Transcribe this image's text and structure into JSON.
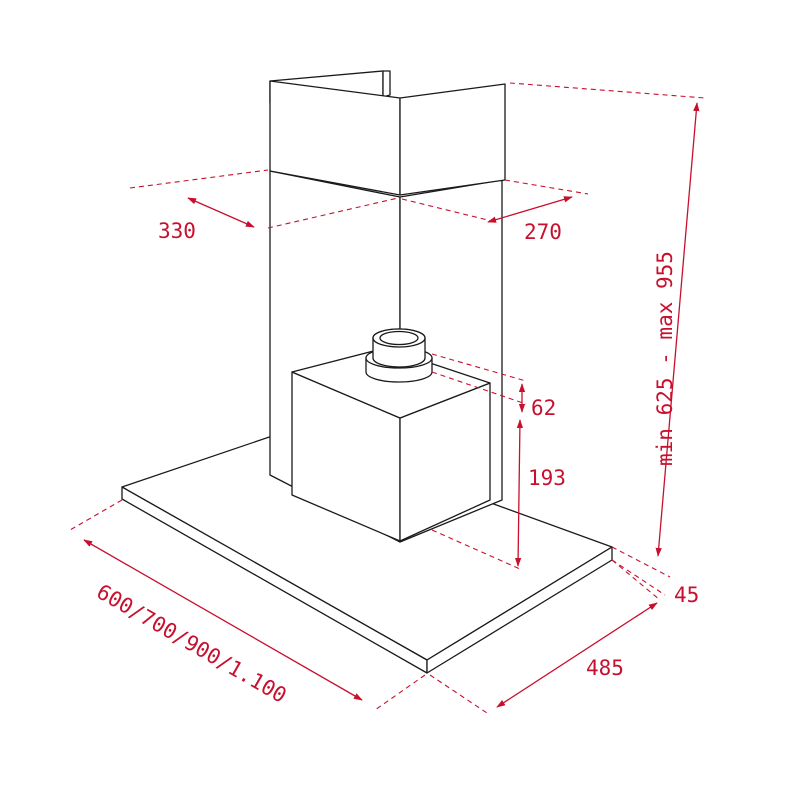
{
  "dimensions": {
    "chimney_width": "330",
    "chimney_depth": "270",
    "height_range": "min 625 - max 955",
    "collar_height": "62",
    "box_height": "193",
    "canopy_thickness": "45",
    "canopy_depth": "485",
    "canopy_widths": "600/700/900/1.100"
  },
  "colors": {
    "dimension": "#c8102e",
    "outline": "#1a1a1a",
    "background": "#ffffff"
  }
}
